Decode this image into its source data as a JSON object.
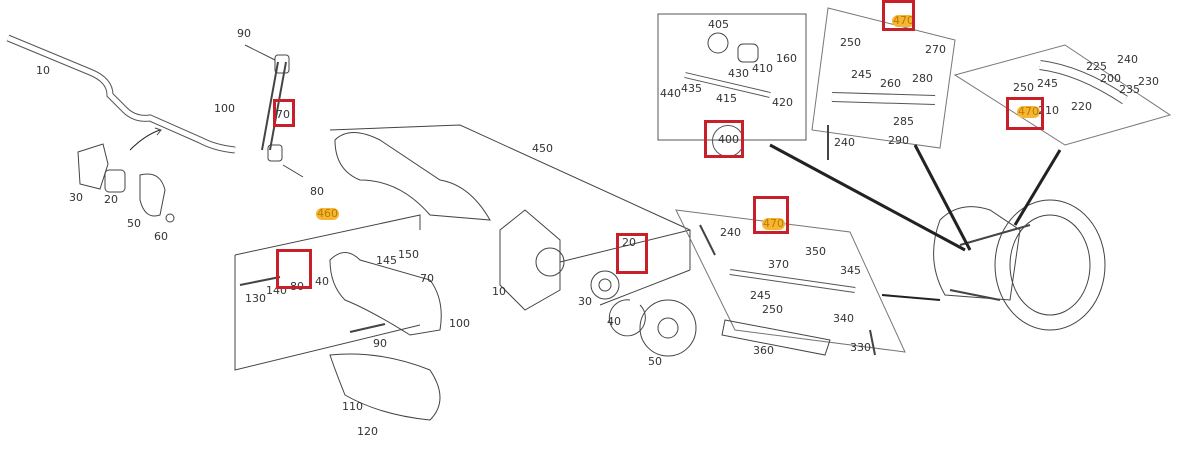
{
  "diagram": {
    "left_labels": [
      "10",
      "90",
      "100",
      "70",
      "30",
      "20",
      "50",
      "60",
      "80",
      "460",
      "150",
      "145",
      "70",
      "130",
      "140",
      "80",
      "40",
      "100",
      "90",
      "110",
      "120",
      "450",
      "10",
      "20",
      "30",
      "40",
      "50"
    ],
    "middle_labels": [
      "240",
      "470",
      "350",
      "345",
      "370",
      "245",
      "250",
      "340",
      "330",
      "360"
    ],
    "top_left_labels": [
      "405",
      "160",
      "430",
      "410",
      "440",
      "435",
      "415",
      "420",
      "400"
    ],
    "top_mid_labels": [
      "470",
      "250",
      "270",
      "245",
      "280",
      "260",
      "240",
      "285",
      "290"
    ],
    "top_right_labels": [
      "240",
      "225",
      "200",
      "250",
      "245",
      "235",
      "230",
      "470",
      "210",
      "220"
    ],
    "colors": {
      "highlight_box": "#c8202a",
      "highlight_label": "#f5b632"
    }
  }
}
